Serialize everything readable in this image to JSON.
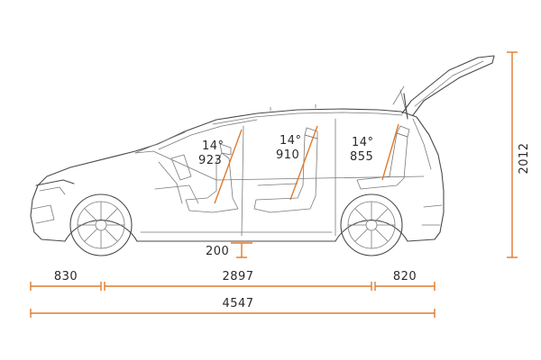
{
  "colors": {
    "dimension": "#e07b2d",
    "outline": "#4a4a4a"
  },
  "dimensions": {
    "front_overhang": "830",
    "wheelbase": "2897",
    "rear_overhang": "820",
    "overall_length": "4547",
    "overall_height": "2012",
    "ground_clearance": "200"
  },
  "seats": [
    {
      "angle": "14°",
      "distance": "923"
    },
    {
      "angle": "14°",
      "distance": "910"
    },
    {
      "angle": "14°",
      "distance": "855"
    }
  ]
}
